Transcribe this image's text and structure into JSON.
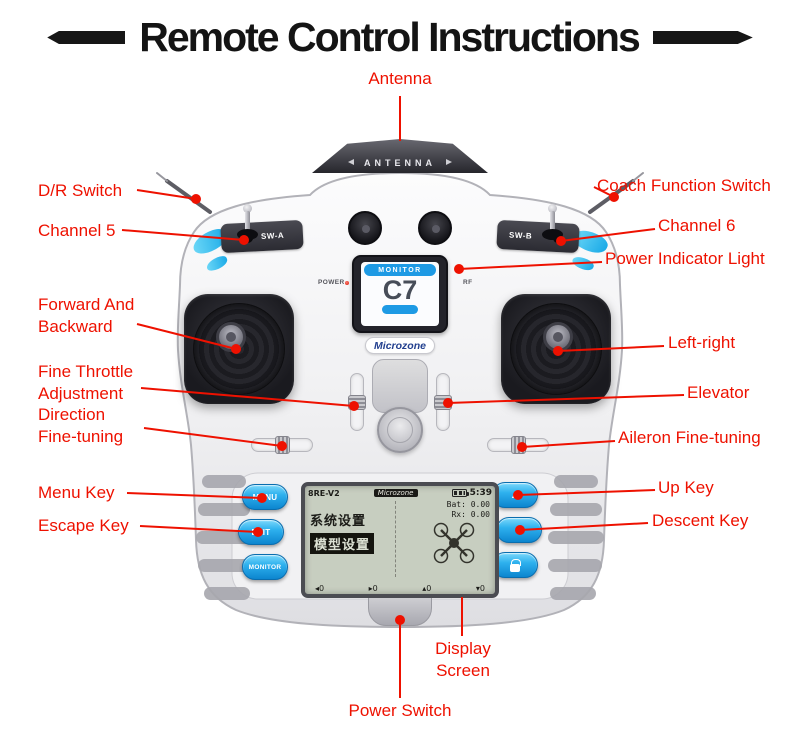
{
  "title": "Remote Control Instructions",
  "annotations": {
    "antenna": "Antenna",
    "dr_switch": "D/R Switch",
    "channel_5": "Channel 5",
    "coach_function_switch": "Coach Function Switch",
    "channel_6": "Channel 6",
    "power_indicator_light": "Power Indicator Light",
    "forward_and_backward": "Forward And\nBackward",
    "left_right": "Left-right",
    "fine_throttle_adjustment": "Fine Throttle\nAdjustment",
    "elevator": "Elevator",
    "direction_fine_tuning": "Direction\nFine-tuning",
    "aileron_fine_tuning": "Aileron Fine-tuning",
    "menu_key": "Menu Key",
    "up_key": "Up Key",
    "escape_key": "Escape Key",
    "descent_key": "Descent Key",
    "display_screen": "Display\nScreen",
    "power_switch": "Power Switch"
  },
  "device": {
    "antenna_label": "ANTENNA",
    "switch_a": "SW-A",
    "switch_b": "SW-B",
    "display_header": "MONITOR",
    "model_name": "C7",
    "brand": "Microzone",
    "power_led": "POWER",
    "rf_led": "RF",
    "keys_left": [
      "MENU",
      "EXIT",
      "MONITOR"
    ],
    "key_up_glyph": "▲",
    "key_down_glyph": "▼",
    "lcd": {
      "model": "8RE-V2",
      "brand_tag": "Microzone",
      "time": "5:39",
      "battery_value": "Bat:  0.00",
      "rx_value": "Rx:  0.00",
      "menu_item_1": "系统设置",
      "menu_item_2": "模型设置",
      "trim_indicators": [
        "◂0",
        "▸0",
        "▴0",
        "▾0"
      ]
    }
  },
  "colors": {
    "annotation_red": "#ee1100",
    "key_blue": "#1a9fe0",
    "decal_cyan": "#3cc5f1",
    "lcd_background": "#c7cec0"
  }
}
